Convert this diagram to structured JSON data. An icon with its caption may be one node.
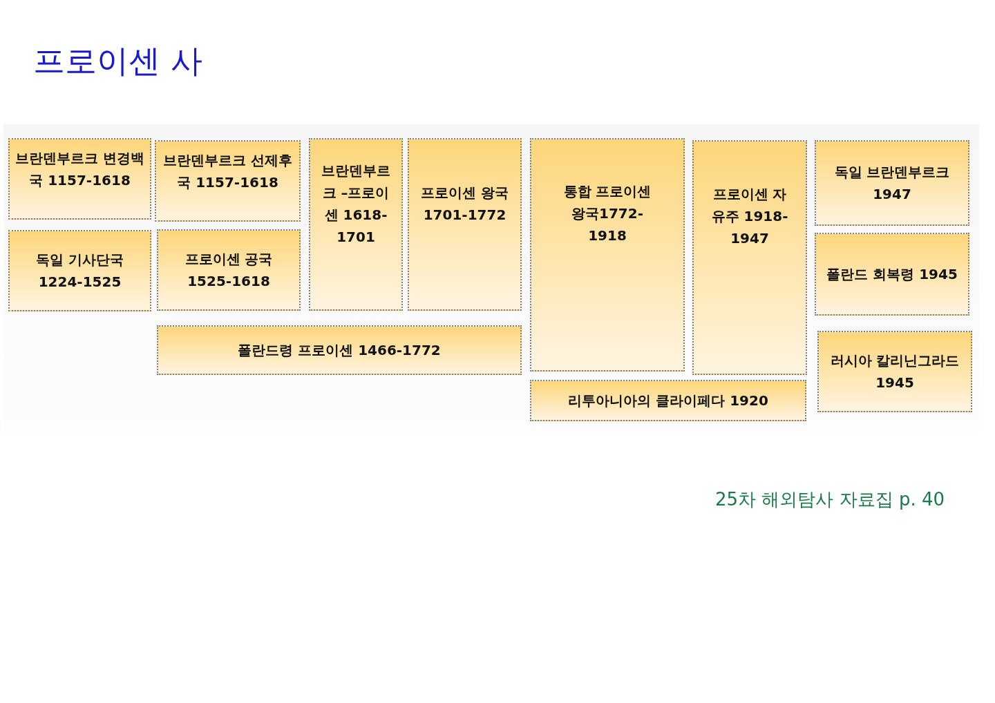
{
  "diagram": {
    "title": "프로이센 사",
    "caption": "25차 해외탐사 자료집 p. 40",
    "nodes": [
      {
        "text": [
          "브란덴부르크 변경백국 1157-1618"
        ]
      },
      {
        "text": [
          "브란덴부르크 선제후국 1157-1618"
        ]
      },
      {
        "text": [
          "브란덴부르크 –프로이센 1618-1701"
        ]
      },
      {
        "text": [
          "프로이센 왕국 1701-1772"
        ]
      },
      {
        "text": [
          "통합 프로이센 왕국1772-1918"
        ]
      },
      {
        "text": [
          "프로이센 자유주 1918-1947"
        ]
      },
      {
        "text": [
          "독일 브란덴부르크 1947"
        ]
      },
      {
        "text": [
          "독일 기사단국 1224-1525"
        ]
      },
      {
        "text": [
          "프로이센 공국 1525-1618"
        ]
      },
      {
        "text": [
          "폴란드 회복령 1945"
        ]
      },
      {
        "text": [
          "폴란드령 프로이센 1466-1772"
        ]
      },
      {
        "text": [
          "러시아 칼리닌그라드 1945"
        ]
      },
      {
        "text": [
          "리투아니아의 클라이페다 1920"
        ]
      }
    ]
  }
}
